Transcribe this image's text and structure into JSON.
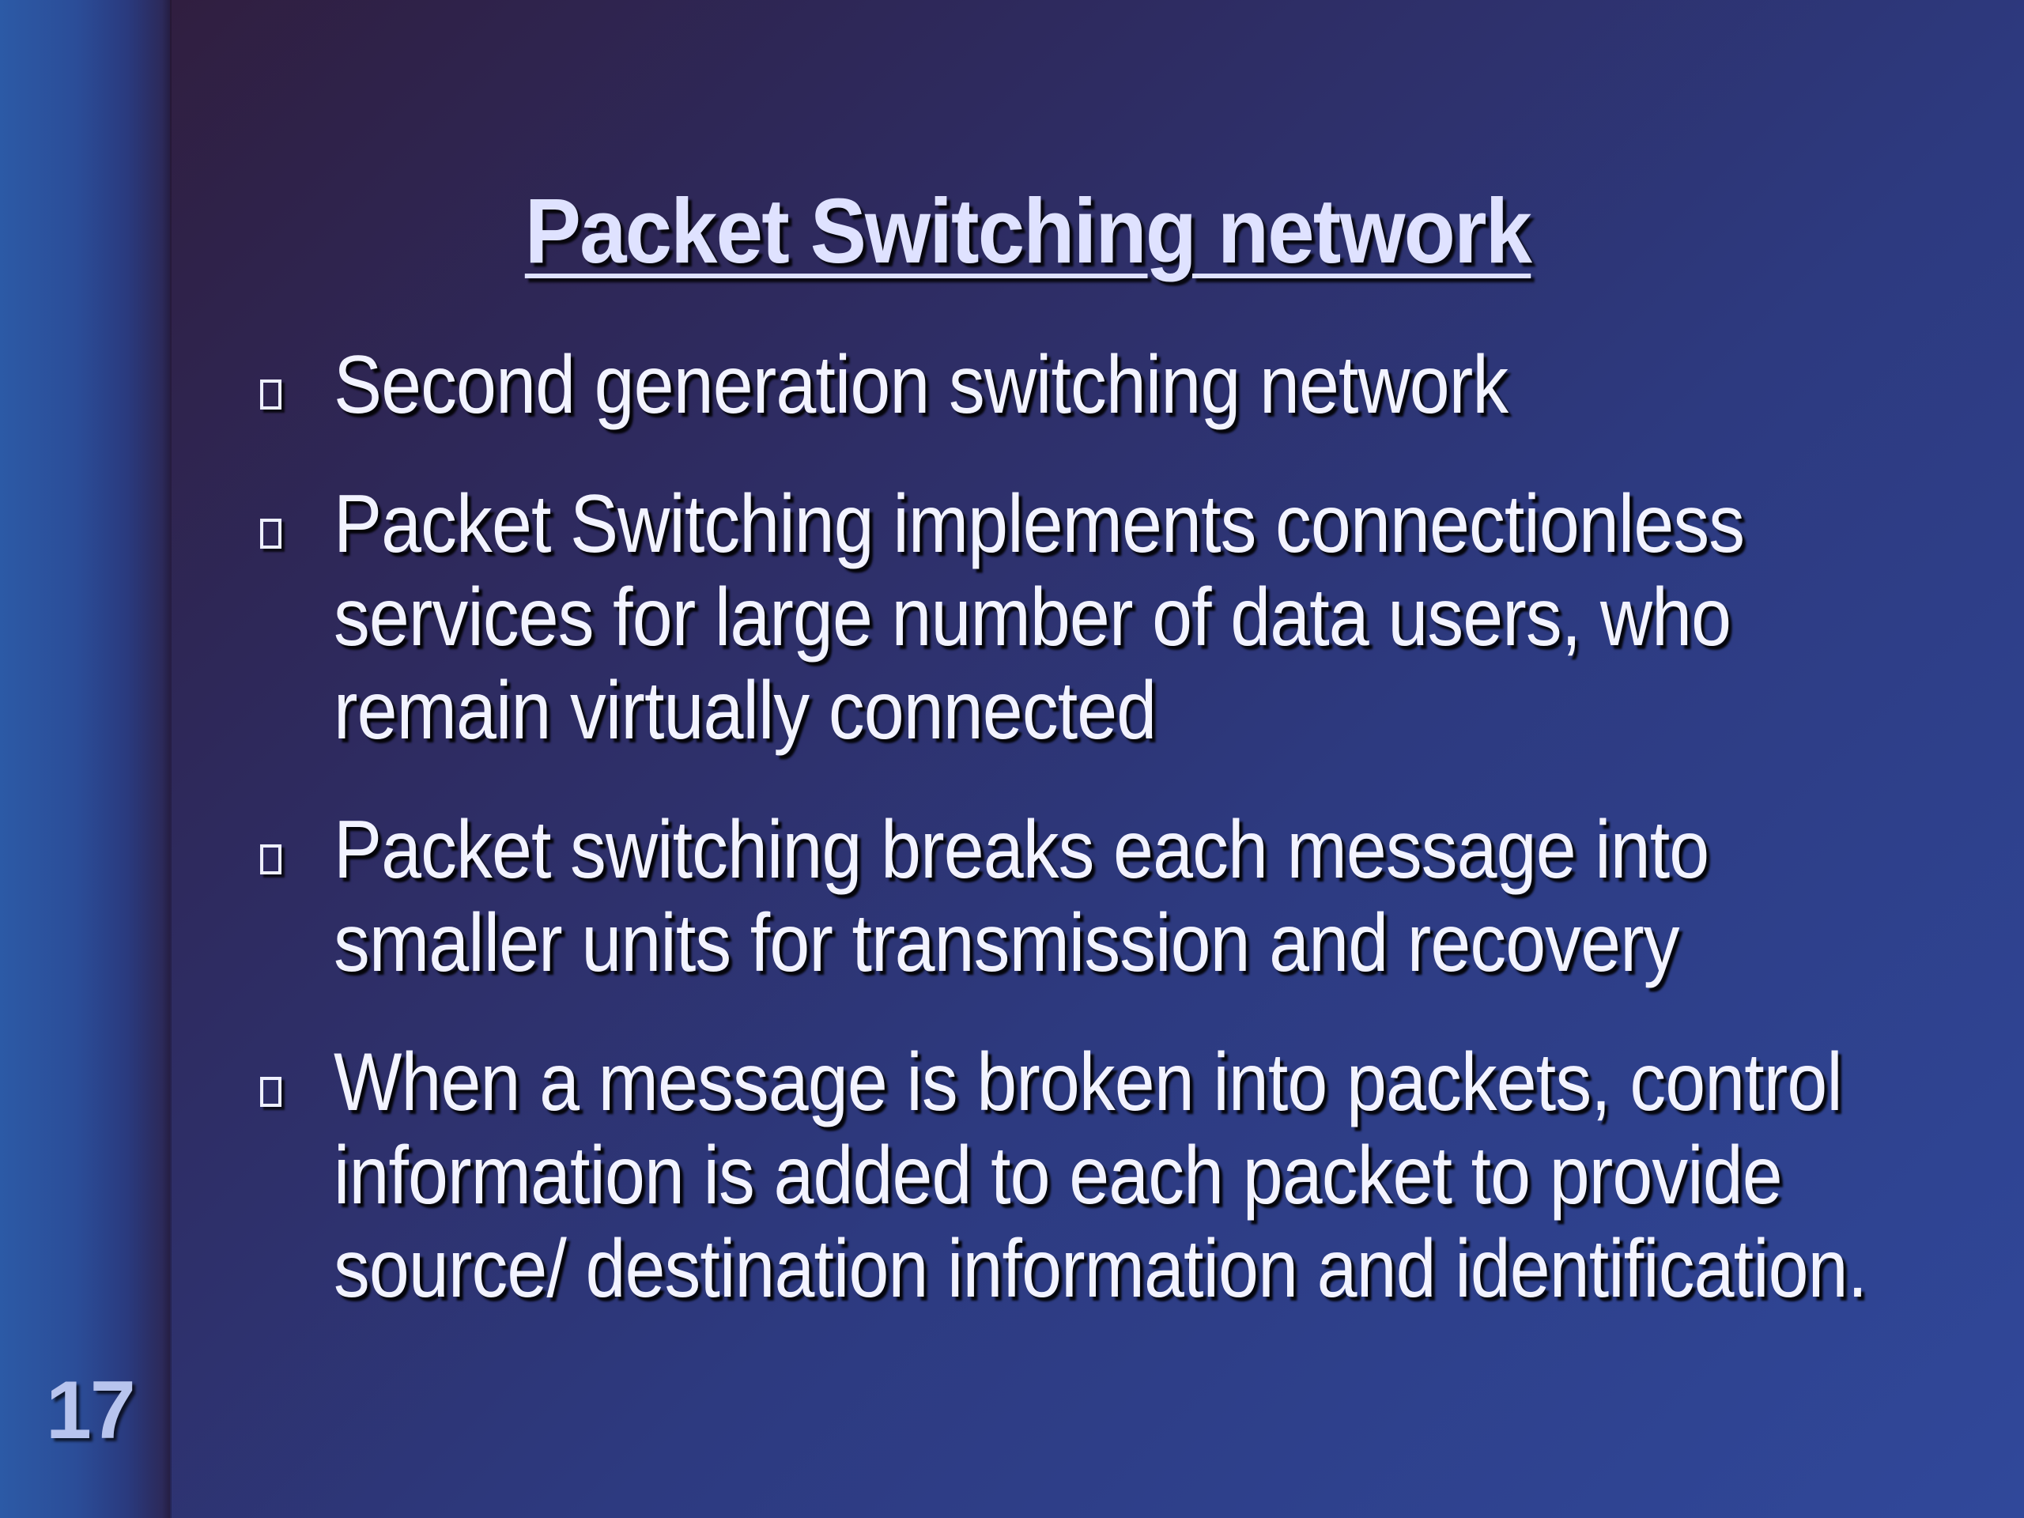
{
  "slide": {
    "number": "17",
    "title": "Packet Switching network",
    "bullets": [
      "Second generation switching network",
      "Packet Switching  implements connectionless services for large number of data users, who remain virtually connected",
      "Packet switching breaks each message into smaller units for transmission and recovery",
      "When a message is broken into packets, control information is added to each packet to provide source/ destination information and identification."
    ]
  },
  "colors": {
    "sidebar": "#2c5aa6",
    "background": "#2d3a80",
    "title_text": "#dfe2ff",
    "body_text": "#f2f3ff",
    "number_text": "#b8c4ee"
  },
  "icons": {
    "bullet": "square-outline-icon"
  }
}
